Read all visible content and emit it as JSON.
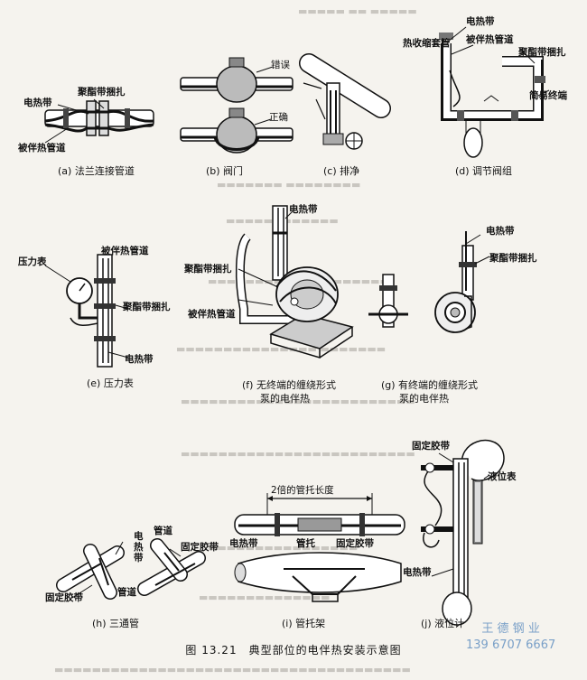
{
  "figure": {
    "caption": "图 13.21　典型部位的电伴热安装示意图"
  },
  "panels": {
    "a": {
      "caption": "(a) 法兰连接管道",
      "labels": {
        "heater": "电热带",
        "strap": "聚酯带捆扎",
        "pipe": "被伴热管道"
      }
    },
    "b": {
      "caption": "(b) 阀门",
      "labels": {
        "wrong": "错误",
        "right": "正确"
      }
    },
    "c": {
      "caption": "(c) 排净"
    },
    "d": {
      "caption": "(d) 调节阀组",
      "labels": {
        "heater": "电热带",
        "shrink": "热收缩套管",
        "pipe": "被伴热管道",
        "strap": "聚酯带捆扎",
        "end": "简易终端"
      }
    },
    "e": {
      "caption": "(e) 压力表",
      "labels": {
        "gauge": "压力表",
        "pipe": "被伴热管道",
        "strap": "聚酯带捆扎",
        "heater": "电热带"
      }
    },
    "f": {
      "caption_line1": "(f) 无终端的缠绕形式",
      "caption_line2": "泵的电伴热",
      "labels": {
        "heater": "电热带",
        "strap": "聚酯带捆扎",
        "pipe": "被伴热管道"
      }
    },
    "g": {
      "caption_line1": "(g) 有终端的缠绕形式",
      "caption_line2": "泵的电伴热",
      "labels": {
        "heater": "电热带",
        "strap": "聚酯带捆扎"
      }
    },
    "h": {
      "caption": "(h) 三通管",
      "labels": {
        "pipe1": "管道",
        "heater_v": "电热带",
        "tape1": "固定胶带",
        "tape2": "固定胶带",
        "pipe2": "管道"
      }
    },
    "i": {
      "caption": "(i) 管托架",
      "labels": {
        "dim": "2倍的管托长度",
        "heater": "电热带",
        "support": "管托",
        "tape": "固定胶带"
      }
    },
    "j": {
      "caption": "(j) 液位计",
      "labels": {
        "tape": "固定胶带",
        "gauge": "液位表",
        "heater": "电热带"
      }
    }
  },
  "watermark": {
    "company": "王 德 钢 业",
    "phone": "139 6707 6667"
  }
}
